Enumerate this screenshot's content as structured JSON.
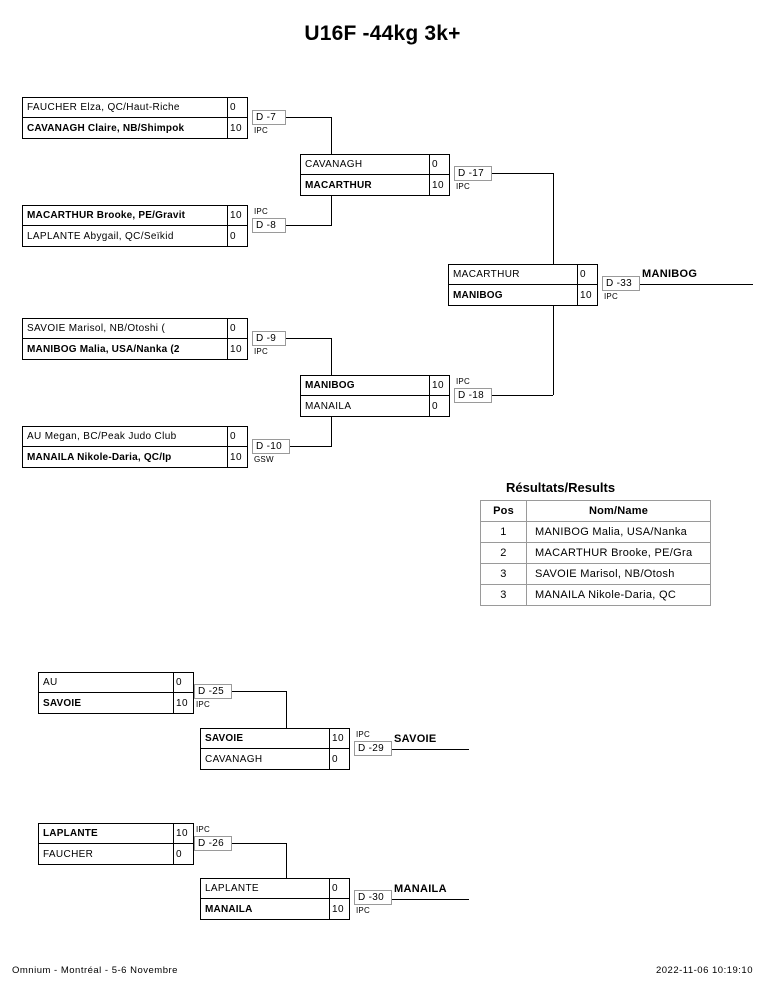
{
  "title": "U16F -44kg 3k+",
  "footer": {
    "event": "Omnium  - Montréal - 5-6 Novembre",
    "timestamp": "2022-11-06 10:19:10"
  },
  "main_bracket": {
    "round1": [
      {
        "bout": "D -7",
        "code": "IPC",
        "code_on": "bottom",
        "top": {
          "name": "FAUCHER Elza, QC/Haut-Riche",
          "score": "0",
          "winner": false
        },
        "bottom": {
          "name": "CAVANAGH Claire, NB/Shimpok",
          "score": "10",
          "winner": true
        }
      },
      {
        "bout": "D -8",
        "code": "IPC",
        "code_on": "top",
        "top": {
          "name": "MACARTHUR Brooke, PE/Gravit",
          "score": "10",
          "winner": true
        },
        "bottom": {
          "name": "LAPLANTE Abygail, QC/Seïkid",
          "score": "0",
          "winner": false
        }
      },
      {
        "bout": "D -9",
        "code": "IPC",
        "code_on": "bottom",
        "top": {
          "name": "SAVOIE Marisol, NB/Otoshi (",
          "score": "0",
          "winner": false
        },
        "bottom": {
          "name": "MANIBOG Malia, USA/Nanka (2",
          "score": "10",
          "winner": true
        }
      },
      {
        "bout": "D -10",
        "code": "GSW",
        "code_on": "bottom",
        "top": {
          "name": "AU Megan, BC/Peak Judo Club",
          "score": "0",
          "winner": false
        },
        "bottom": {
          "name": "MANAILA Nikole-Daria, QC/Ip",
          "score": "10",
          "winner": true
        }
      }
    ],
    "semis": [
      {
        "bout": "D -17",
        "code": "IPC",
        "code_on": "bottom",
        "top": {
          "name": "CAVANAGH",
          "score": "0",
          "winner": false
        },
        "bottom": {
          "name": "MACARTHUR",
          "score": "10",
          "winner": true
        }
      },
      {
        "bout": "D -18",
        "code": "IPC",
        "code_on": "top",
        "top": {
          "name": "MANIBOG",
          "score": "10",
          "winner": true
        },
        "bottom": {
          "name": "MANAILA",
          "score": "0",
          "winner": false
        }
      }
    ],
    "final": {
      "bout": "D -33",
      "code": "IPC",
      "code_on": "bottom",
      "top": {
        "name": "MACARTHUR",
        "score": "0",
        "winner": false
      },
      "bottom": {
        "name": "MANIBOG",
        "score": "10",
        "winner": true
      },
      "winner_label": "MANIBOG"
    }
  },
  "repechage": {
    "upper": {
      "first": {
        "bout": "D -25",
        "code": "IPC",
        "code_on": "bottom",
        "top": {
          "name": "AU",
          "score": "0",
          "winner": false
        },
        "bottom": {
          "name": "SAVOIE",
          "score": "10",
          "winner": true
        }
      },
      "final": {
        "bout": "D -29",
        "code": "IPC",
        "code_on": "top",
        "top": {
          "name": "SAVOIE",
          "score": "10",
          "winner": true
        },
        "bottom": {
          "name": "CAVANAGH",
          "score": "0",
          "winner": false
        },
        "winner_label": "SAVOIE"
      }
    },
    "lower": {
      "first": {
        "bout": "D -26",
        "code": "IPC",
        "code_on": "top",
        "top": {
          "name": "LAPLANTE",
          "score": "10",
          "winner": true
        },
        "bottom": {
          "name": "FAUCHER",
          "score": "0",
          "winner": false
        }
      },
      "final": {
        "bout": "D -30",
        "code": "IPC",
        "code_on": "bottom",
        "top": {
          "name": "LAPLANTE",
          "score": "0",
          "winner": false
        },
        "bottom": {
          "name": "MANAILA",
          "score": "10",
          "winner": true
        },
        "winner_label": "MANAILA"
      }
    }
  },
  "results": {
    "title": "Résultats/Results",
    "headers": {
      "pos": "Pos",
      "name": "Nom/Name"
    },
    "rows": [
      {
        "pos": "1",
        "name": "MANIBOG Malia, USA/Nanka"
      },
      {
        "pos": "2",
        "name": "MACARTHUR Brooke, PE/Gra"
      },
      {
        "pos": "3",
        "name": "SAVOIE Marisol, NB/Otosh"
      },
      {
        "pos": "3",
        "name": "MANAILA Nikole-Daria, QC"
      }
    ]
  }
}
